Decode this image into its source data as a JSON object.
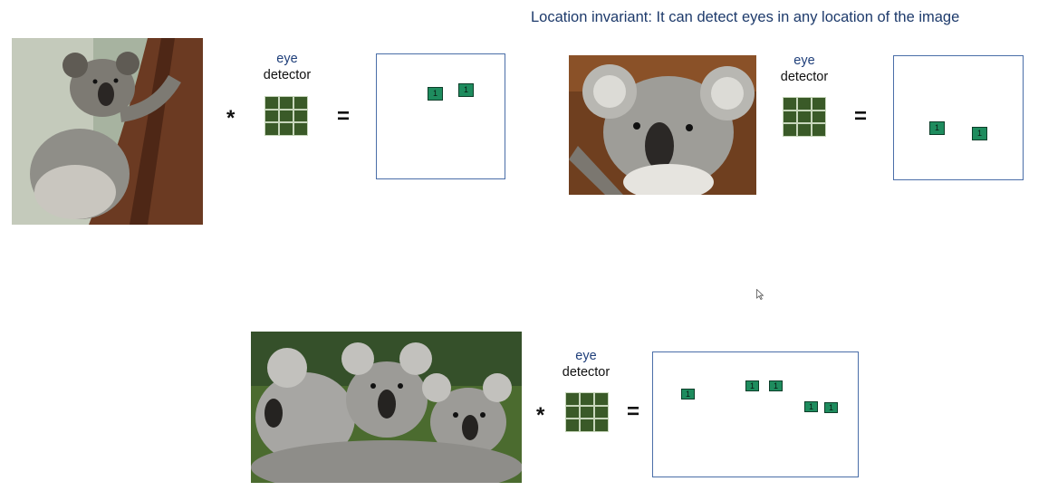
{
  "title": "Location invariant: It can detect eyes in any location of the image",
  "detector_label": {
    "line1": "eye",
    "line2": "detector"
  },
  "operators": {
    "convolve": "*",
    "equals": "="
  },
  "mark_value": "1",
  "colors": {
    "title": "#1d3a6b",
    "kernel_fill": "#3a5a28",
    "mark_fill": "#1e8c5e",
    "box_border": "#4a6ea8"
  }
}
